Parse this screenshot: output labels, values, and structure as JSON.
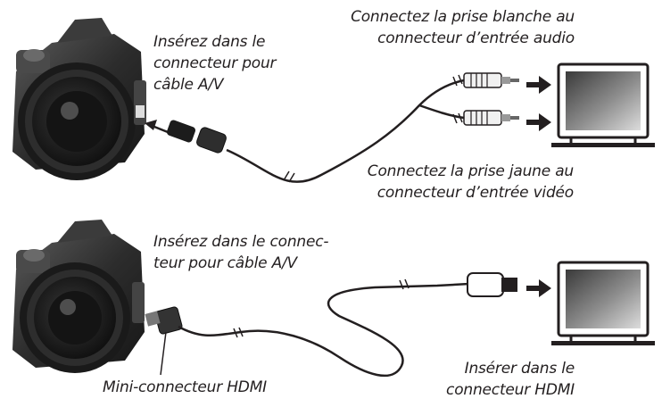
{
  "top_section": {
    "camera_label_lines": [
      "Insérez dans le",
      "connecteur pour",
      "câble A/V"
    ],
    "audio_label_lines": [
      "Connectez la prise blanche au",
      "connecteur d’entrée audio"
    ],
    "video_label_lines": [
      "Connectez la prise jaune au",
      "connecteur d’entrée vidéo"
    ]
  },
  "bottom_section": {
    "camera_label_lines": [
      "Insérez dans le connec-",
      "teur pour câble A/V"
    ],
    "mini_connector_label": "Mini-connecteur HDMI",
    "tv_label_lines": [
      "Insérer dans le",
      "connecteur HDMI"
    ]
  },
  "colors": {
    "ink": "#231f20",
    "screen_dark": "#3a3a3a",
    "screen_light": "#d9d9d9",
    "camera_body": "#2b2b2b"
  },
  "icons": {
    "camera": "camera-icon",
    "tv": "television-icon",
    "arrow": "right-arrow-icon"
  }
}
